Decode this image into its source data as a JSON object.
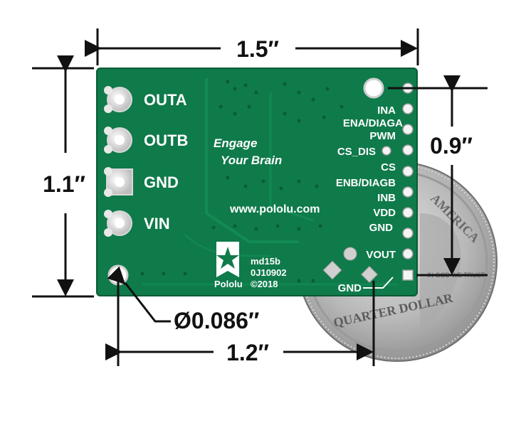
{
  "dimensions": {
    "width": "1.5″",
    "height": "1.1″",
    "pin_spacing": "0.9″",
    "hole_diameter": "Ø0.086″",
    "hole_spacing": "1.2″"
  },
  "board": {
    "color": "#0f7a4a",
    "left_labels": [
      "OUTA",
      "OUTB",
      "GND",
      "VIN"
    ],
    "slogan_line1": "Engage",
    "slogan_line2": "Your Brain",
    "url": "www.pololu.com",
    "pin_labels": [
      "INA",
      "ENA/DIAGA",
      "PWM",
      "CS_DIS",
      "CS",
      "ENB/DIAGB",
      "INB",
      "VDD",
      "GND",
      "VOUT",
      "GND"
    ],
    "part_number": "md15b",
    "lot_code": "0J10902",
    "copyright": "©2018",
    "brand": "Pololu"
  },
  "coin": {
    "top_text": "AMERICA",
    "motto": "IN GOD WE TRUST",
    "bottom_text": "QUARTER DOLLAR"
  }
}
